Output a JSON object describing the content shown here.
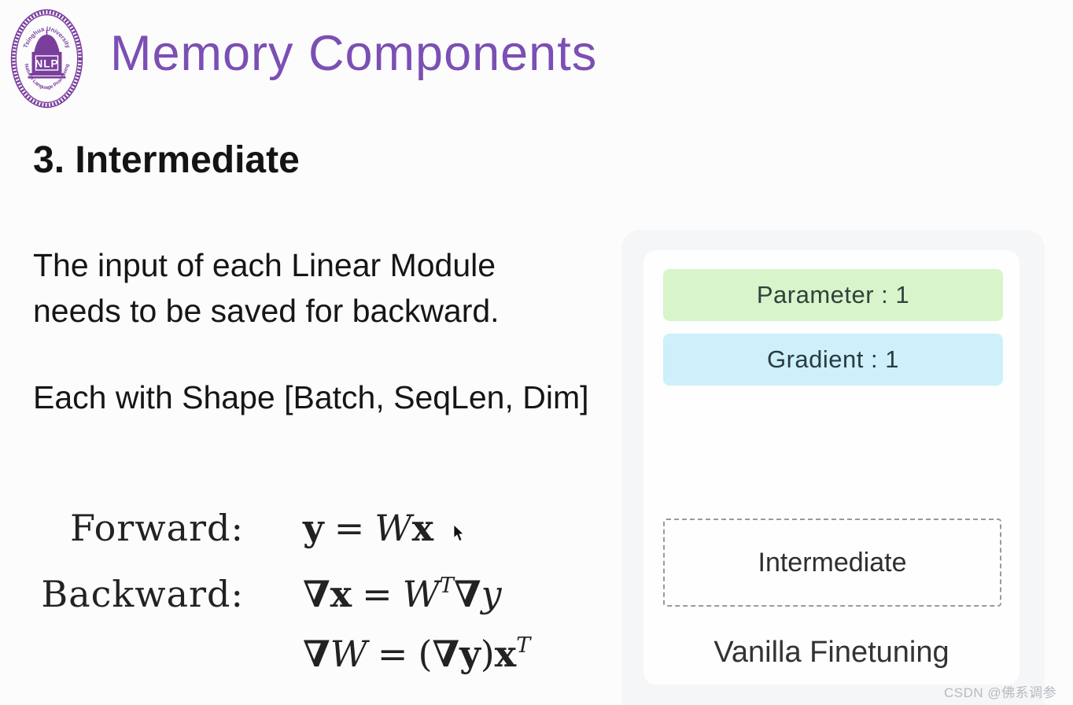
{
  "slide": {
    "background": "#fcfcfd"
  },
  "logo": {
    "arc_top": "Tsinghua University",
    "center": "NLP",
    "arc_bottom": "Natural Language Processing",
    "color": "#7a3f9d"
  },
  "header": {
    "title": "Memory Components",
    "title_color": "#7b4fb3"
  },
  "content": {
    "heading": "3. Intermediate",
    "para_line1": "The input of each Linear Module",
    "para_line2": "needs to be saved for backward.",
    "shape_line": "Each with Shape [Batch, SeqLen, Dim]",
    "equations": {
      "forward_label": "Forward:",
      "backward_label": "Backward:",
      "forward": {
        "y": "y",
        "equals": "=",
        "W": "W",
        "x": "x"
      },
      "backward1": {
        "nabla1": "∇",
        "x": "x",
        "equals": "=",
        "W": "W",
        "supT": "T",
        "nabla2": "∇",
        "y": "y"
      },
      "backward2": {
        "nabla1": "∇",
        "W": "W",
        "equals": "=",
        "lparen": "(",
        "nabla2": "∇",
        "y": "y",
        "rparen": ")",
        "x": "x",
        "supT": "T"
      }
    }
  },
  "panel": {
    "parameter_label": "Parameter : 1",
    "parameter_bg": "#d8f4cb",
    "gradient_label": "Gradient : 1",
    "gradient_bg": "#cdf0fb",
    "intermediate_label": "Intermediate",
    "caption": "Vanilla Finetuning"
  },
  "watermark": "CSDN @佛系调参"
}
